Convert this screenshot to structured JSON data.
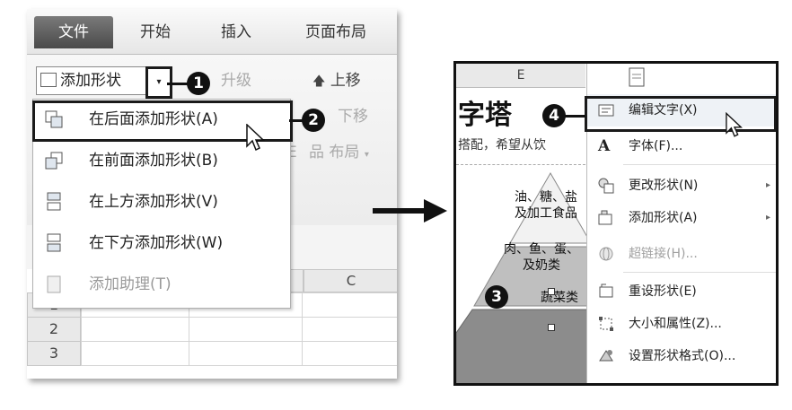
{
  "left": {
    "ribbon_tabs": [
      "文件",
      "开始",
      "插入",
      "页面布局"
    ],
    "add_shape_label": "添加形状",
    "dropdown_glyph": "▾",
    "ribbon_right": [
      {
        "label": "升级",
        "glyph": "",
        "dim": true
      },
      {
        "label": "上移",
        "glyph": "🡅",
        "dim": false
      },
      {
        "label": "下移",
        "glyph": "",
        "dim": true
      },
      {
        "label": "布局",
        "glyph": "品",
        "dim": true
      }
    ],
    "ribbon_sub": [
      "E"
    ],
    "menu_items": [
      {
        "label": "在后面添加形状(A)",
        "icon": "add-after-icon",
        "dim": false
      },
      {
        "label": "在前面添加形状(B)",
        "icon": "add-before-icon",
        "dim": false
      },
      {
        "label": "在上方添加形状(V)",
        "icon": "add-above-icon",
        "dim": false
      },
      {
        "label": "在下方添加形状(W)",
        "icon": "add-below-icon",
        "dim": false
      },
      {
        "label": "添加助理(T)",
        "icon": "add-assistant-icon",
        "dim": true
      }
    ],
    "sheet_col": "C",
    "rows": [
      "1",
      "2",
      "3"
    ]
  },
  "badges": [
    "1",
    "2",
    "3",
    "4"
  ],
  "right": {
    "col_header": "E",
    "title_fragment": "字塔",
    "subline": "搭配，希望从饮",
    "tiers": [
      {
        "text": "油、糖、盐\n及加工食品"
      },
      {
        "text": "肉、鱼、蛋、\n及奶类"
      },
      {
        "text": "蔬菜类"
      }
    ],
    "context_items": [
      {
        "label": "编辑文字(X)",
        "icon": "edit-text-icon",
        "submenu": false,
        "dim": false
      },
      {
        "label": "字体(F)...",
        "icon": "font-icon",
        "submenu": false,
        "dim": false
      },
      {
        "label": "更改形状(N)",
        "icon": "change-shape-icon",
        "submenu": true,
        "dim": false
      },
      {
        "label": "添加形状(A)",
        "icon": "add-shape-icon",
        "submenu": true,
        "dim": false
      },
      {
        "label": "超链接(H)...",
        "icon": "hyperlink-icon",
        "submenu": false,
        "dim": true
      },
      {
        "label": "重设形状(E)",
        "icon": "reset-shape-icon",
        "submenu": false,
        "dim": false
      },
      {
        "label": "大小和属性(Z)...",
        "icon": "size-icon",
        "submenu": false,
        "dim": false
      },
      {
        "label": "设置形状格式(O)...",
        "icon": "format-shape-icon",
        "submenu": false,
        "dim": false
      }
    ]
  }
}
